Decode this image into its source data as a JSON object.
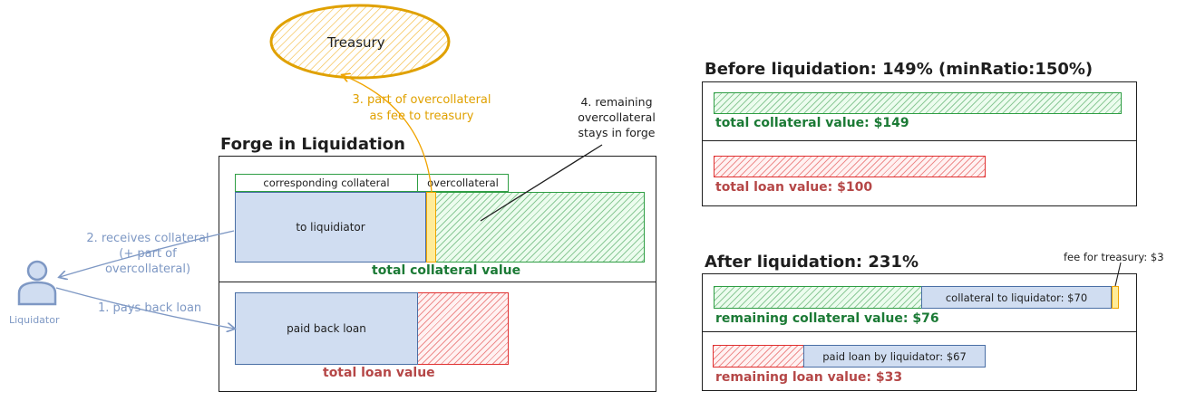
{
  "treasury": {
    "label": "Treasury"
  },
  "notes": {
    "fee_to_treasury_1": "3. part of overcollateral",
    "fee_to_treasury_2": "as fee to treasury",
    "remaining_1": "4. remaining",
    "remaining_2": "overcollateral",
    "remaining_3": "stays in forge",
    "receives_1": "2. receives collateral",
    "receives_2": "(+ part of",
    "receives_3": "overcollateral)",
    "pays_back": "1. pays back loan"
  },
  "liquidator": {
    "label": "Liquidator",
    "icon": "person-icon"
  },
  "forge": {
    "title": "Forge in Liquidation",
    "corresponding_collateral": "corresponding collateral",
    "overcollateral": "overcollateral",
    "to_liquidator": "to liquidiator",
    "total_collateral_value": "total collateral value",
    "paid_back_loan": "paid back loan",
    "total_loan_value": "total loan value"
  },
  "before": {
    "title": "Before liquidation: 149% (minRatio:150%)",
    "collateral_label": "total collateral value: $149",
    "loan_label": "total loan value: $100"
  },
  "after": {
    "title": "After liquidation: 231%",
    "fee_label": "fee for treasury: $3",
    "collateral_to_liquidator": "collateral to liquidator: $70",
    "remaining_collateral_label": "remaining collateral value: $76",
    "paid_back_by_liquidator": "paid loan by liquidator: $67",
    "remaining_loan_label": "remaining loan value: $33"
  },
  "colors": {
    "green": "#2f9e44",
    "red": "#e03131",
    "blue": "#4a6fa5",
    "orange": "#f0a400",
    "liquidator_blue": "#7e98c4"
  }
}
